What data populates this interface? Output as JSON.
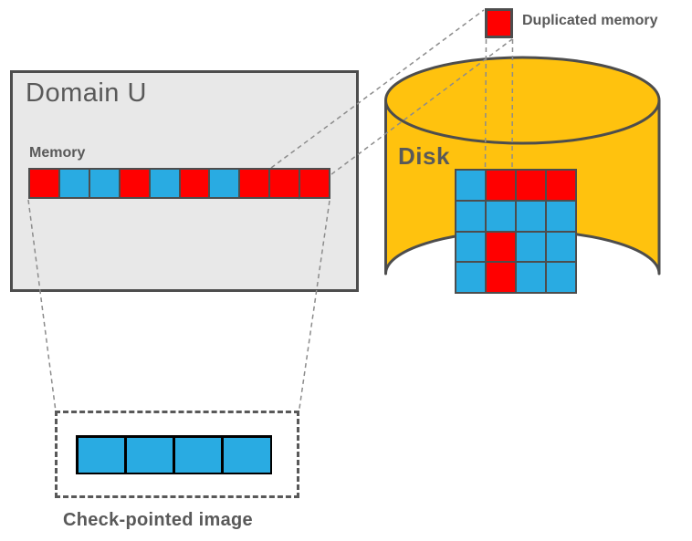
{
  "labels": {
    "domain": "Domain U",
    "memory": "Memory",
    "disk": "Disk",
    "legend": "Duplicated memory",
    "checkpoint": "Check-pointed image"
  },
  "colors": {
    "red": "#FF0000",
    "blue": "#29ABE2",
    "disk_fill": "#FFC20E",
    "domain_fill": "#E8E8E8",
    "stroke": "#4D4D4D",
    "text": "#595959",
    "dash_line": "#8C8C8C"
  },
  "memory_strip": {
    "cells": [
      "red",
      "blue",
      "blue",
      "red",
      "blue",
      "red",
      "blue",
      "red",
      "red",
      "red"
    ]
  },
  "disk_grid": {
    "rows": [
      [
        "blue",
        "red",
        "red",
        "red"
      ],
      [
        "blue",
        "blue",
        "blue",
        "blue"
      ],
      [
        "blue",
        "red",
        "blue",
        "blue"
      ],
      [
        "blue",
        "red",
        "blue",
        "blue"
      ]
    ]
  },
  "checkpoint_strip": {
    "cells": [
      "blue",
      "blue",
      "blue",
      "blue"
    ]
  },
  "legend_swatch_color": "red"
}
